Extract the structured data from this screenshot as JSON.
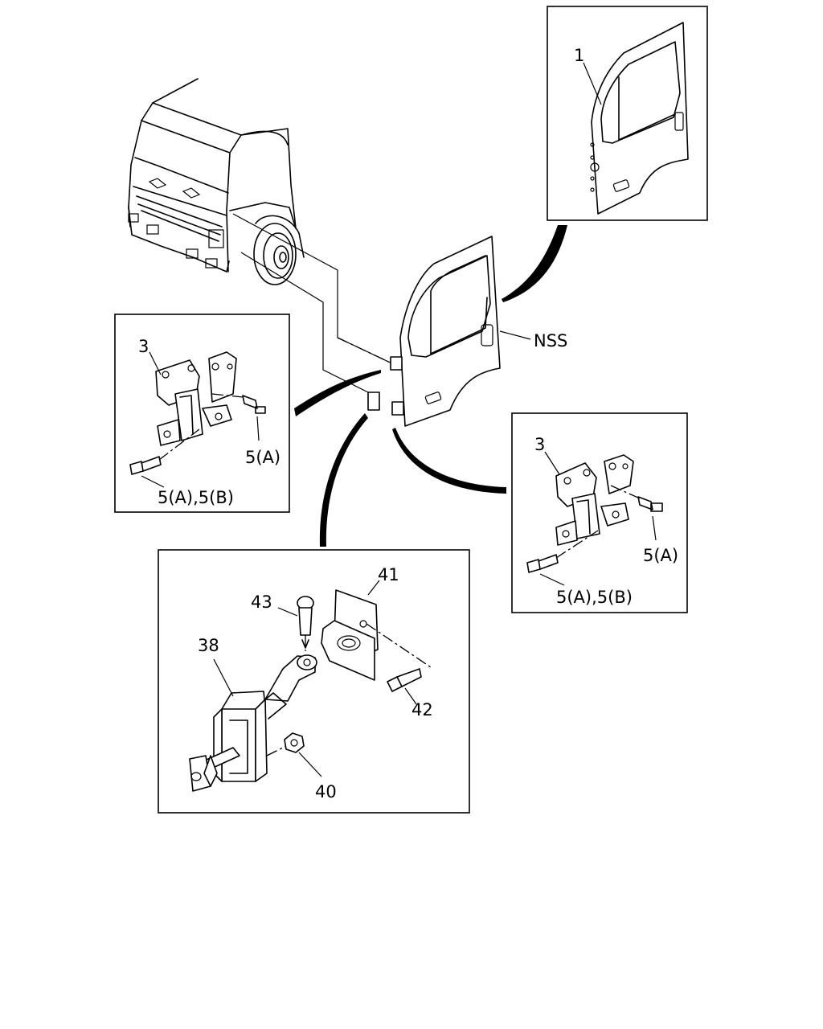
{
  "callouts": {
    "door_panel": "1",
    "hinge_left": "3",
    "hinge_right": "3",
    "bolt_left_upper": "5(A)",
    "bolt_left_lower": "5(A),5(B)",
    "bolt_right_upper": "5(A)",
    "bolt_right_lower": "5(A),5(B)",
    "side_label": "NSS",
    "check_link": "38",
    "nut": "40",
    "bracket": "41",
    "bracket_bolt": "42",
    "pin": "43"
  }
}
